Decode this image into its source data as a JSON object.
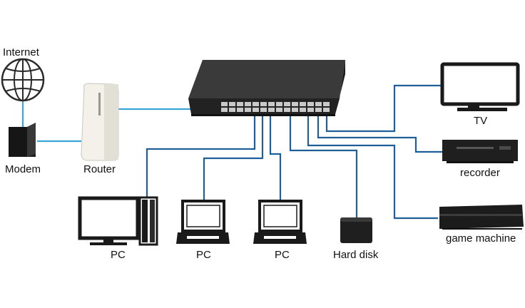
{
  "labels": {
    "internet": "Internet",
    "modem": "Modem",
    "router": "Router",
    "tv": "TV",
    "recorder": "recorder",
    "game_machine": "game machine",
    "pc_1": "PC",
    "pc_2": "PC",
    "pc_3": "PC",
    "hard_disk": "Hard disk"
  },
  "colors": {
    "cable": "#1f5f99",
    "cable_light": "#3aa6d8",
    "device_dark": "#1f1f1f",
    "switch_body": "#2b2b2b",
    "router_body": "#f1efe8"
  }
}
